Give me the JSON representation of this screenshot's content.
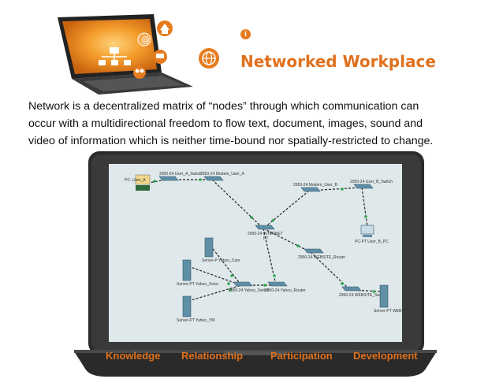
{
  "header": {
    "title": "Networked Workplace",
    "info_icon": "info-icon"
  },
  "description": {
    "line1": "Network is a decentralized matrix of “nodes” through which communication can",
    "line2": "occur with a multidirectional freedom to flow  text, document, images, sound and",
    "line3": "video of information which is neither time-bound nor spatially-restricted to change."
  },
  "network": {
    "nodes": {
      "user_a_pc": "PC- User_A",
      "user_a_switch": "2950-24 User_A_Switch",
      "modem_user_a": "2950-24 Modem_User_A",
      "modem_user_b": "2950-24 Modem_User_B",
      "user_b_switch": "2950-24 User_B_Switch",
      "user_b_pc": "PC-PT User_B_PC",
      "internet": "2950-24 INTERNET",
      "internet_sub": "PT",
      "website_router": "2950-24 WEBSITE_Router",
      "server_yahoo_cam": "Server-P Yahoo_Cam",
      "server_yahoo_voice": "Server-PT Yahoo_Voice",
      "server_yahoo_ym": "Server-PT Yahoo_YM",
      "yahoo_switch": "2950-24 Yahoo_Switch",
      "yahoo_router": "2950-24 Yahoo_Router",
      "website_switch": "2950-24 WEBSITE_Switch",
      "server_website": "Server-PT WEBSITE"
    }
  },
  "footer": {
    "labels": [
      "Knowledge",
      "Relationship",
      "Participation",
      "Development"
    ]
  },
  "colors": {
    "accent": "#e0711d",
    "screen_bg": "#dfe8ea",
    "laptop_body": "#2b2b2b"
  }
}
